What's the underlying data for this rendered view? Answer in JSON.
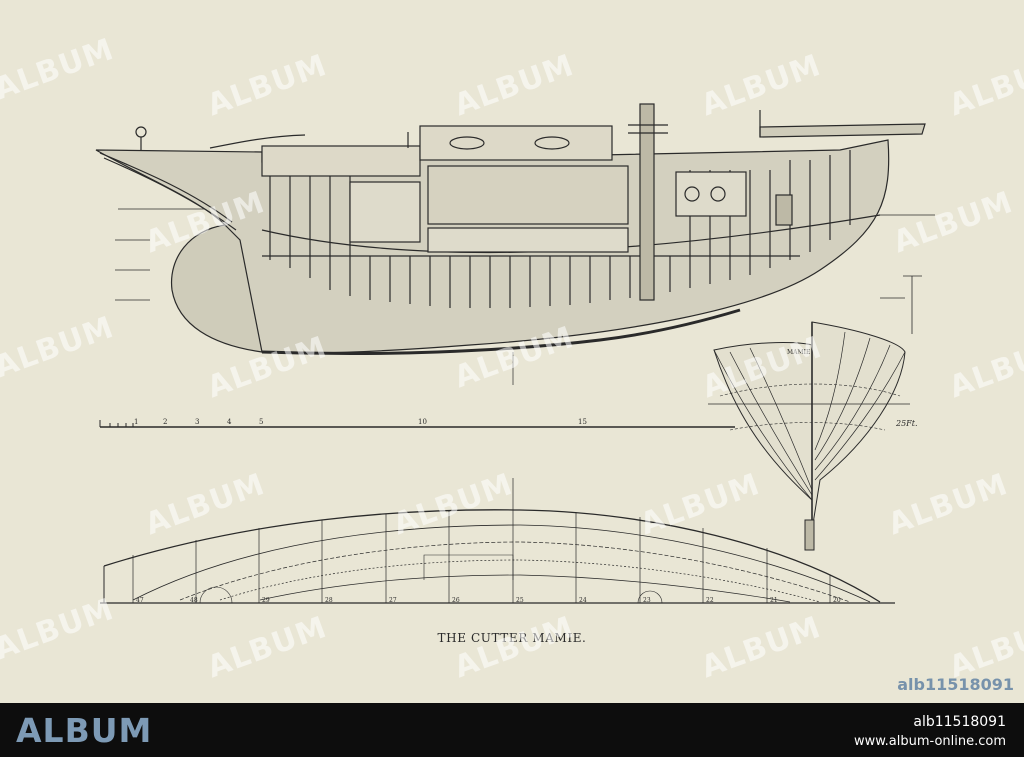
{
  "plate": {
    "caption": "THE CUTTER MAMIE.",
    "section_label": "MAMIE",
    "scale_label": "25Ft.",
    "scale_numbers": [
      "1",
      "2",
      "3",
      "4",
      "5",
      "10",
      "15"
    ],
    "station_labels": [
      "47",
      "48",
      "29",
      "28",
      "27",
      "26",
      "25",
      "24",
      "23",
      "22",
      "21",
      "20"
    ],
    "image_code": "alb11518091"
  },
  "watermark": {
    "text": "ALBUM"
  },
  "footer": {
    "logo": "ALBUM",
    "id": "alb11518091",
    "url": "www.album-online.com"
  },
  "colors": {
    "paper": "#e9e6d5",
    "ink": "#2a2a2a",
    "footer_bg": "#0d0d0d",
    "brand": "#7d9ab5"
  }
}
